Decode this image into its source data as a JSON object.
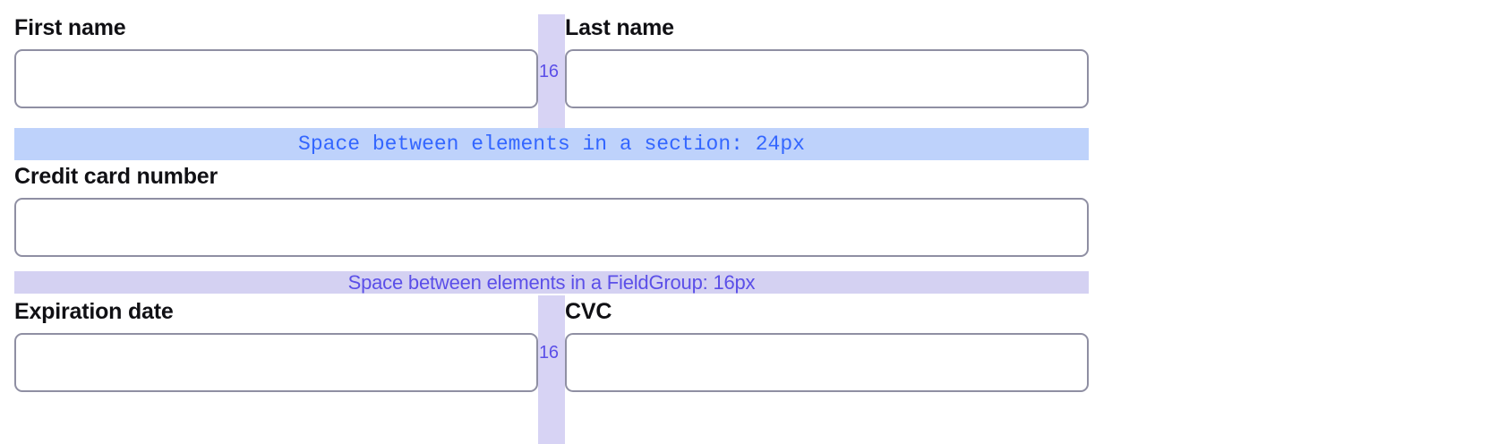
{
  "form": {
    "rows": [
      {
        "name": "name-row",
        "fields": [
          {
            "name": "first-name",
            "label": "First name",
            "value": "",
            "placeholder": ""
          },
          {
            "name": "last-name",
            "label": "Last name",
            "value": "",
            "placeholder": ""
          }
        ],
        "gutter": {
          "label": "16"
        }
      },
      {
        "name": "card-row",
        "fields": [
          {
            "name": "credit-card-number",
            "label": "Credit card number",
            "value": "",
            "placeholder": ""
          }
        ]
      },
      {
        "name": "expiry-row",
        "fields": [
          {
            "name": "expiration-date",
            "label": "Expiration date",
            "value": "",
            "placeholder": ""
          },
          {
            "name": "cvc",
            "label": "CVC",
            "value": "",
            "placeholder": ""
          }
        ],
        "gutter": {
          "label": "16"
        }
      }
    ]
  },
  "annotations": {
    "section_gap": {
      "text": "Space between elements in a section: 24px",
      "value": "24px",
      "color": "#3366ff",
      "background": "#bed2fb"
    },
    "fieldgroup_gap": {
      "text": "Space between elements in a FieldGroup: 16px",
      "value": "16px",
      "color": "#5b4fe8",
      "background": "#d4d1f2"
    },
    "column_gap": {
      "label": "16",
      "color": "#5b4fe8",
      "background": "#d7d3f4"
    }
  },
  "theme": {
    "page_background": "#ffffff",
    "label_color": "#101014",
    "input_border": "#8f8fa3"
  }
}
